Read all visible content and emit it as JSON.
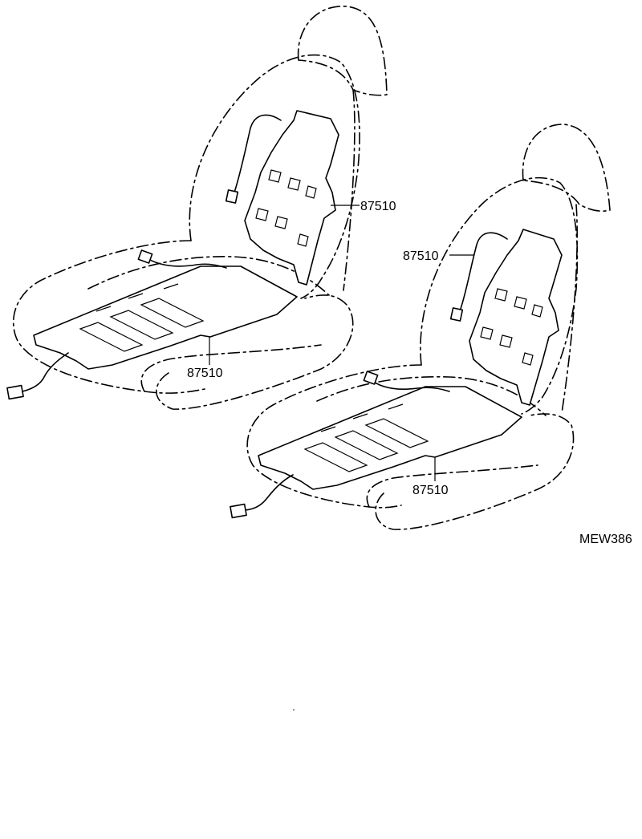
{
  "diagram": {
    "callouts": [
      {
        "id": "seat-1-back-heater",
        "part_number": "87510"
      },
      {
        "id": "seat-1-cushion-heater",
        "part_number": "87510"
      },
      {
        "id": "seat-2-back-heater",
        "part_number": "87510"
      },
      {
        "id": "seat-2-cushion-heater",
        "part_number": "87510"
      }
    ],
    "figure_code": "MEW386"
  }
}
